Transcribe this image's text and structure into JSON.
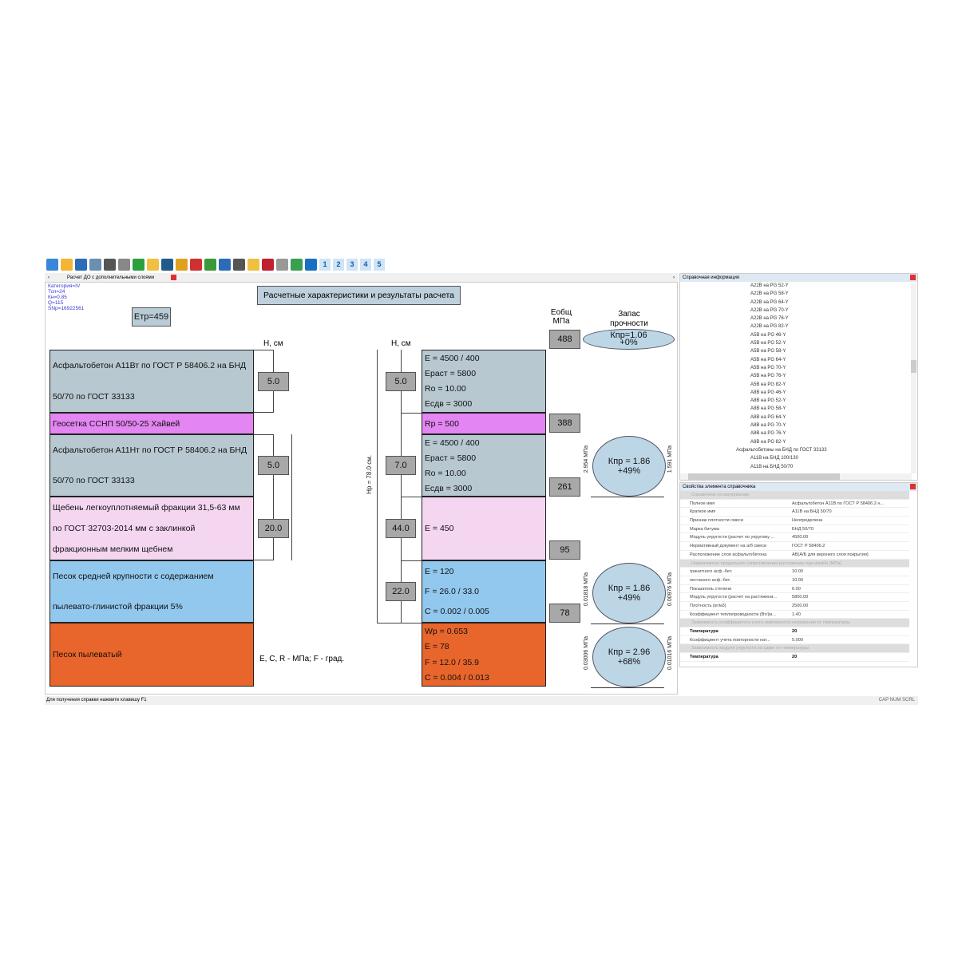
{
  "toolbar": {
    "icons": [
      "new-file",
      "open-folder",
      "save",
      "export",
      "print",
      "database",
      "refresh",
      "weather",
      "tools",
      "truck",
      "wheel",
      "layers",
      "calculator",
      "monitor",
      "panel-yellow",
      "panel-flag",
      "lines",
      "check",
      "help"
    ],
    "pages": [
      "1",
      "2",
      "3",
      "4",
      "5"
    ]
  },
  "tab": {
    "label": "Расчет ДО с дополнительными слоями"
  },
  "params": [
    "Категория=IV",
    "Тсп=24",
    "Кн=0.85",
    "Q=115",
    "SNp=16922561"
  ],
  "etr": "Етр=459",
  "title": "Расчетные характеристики и результаты расчета",
  "h_label": "Н, см",
  "left_layers": [
    {
      "name": "Асфальтобетон А11Вт по ГОСТ Р 58406.2 на БНД",
      "name2": "50/70 по ГОСТ 33133",
      "h": "5.0",
      "color": "#b7c8d0"
    },
    {
      "name": "Геосетка ССНП 50/50-25 Хайвей",
      "color": "#e385f2"
    },
    {
      "name": "Асфальтобетон А11Нт по ГОСТ Р 58406.2 на БНД",
      "name2": "50/70 по ГОСТ 33133",
      "h": "5.0",
      "color": "#b7c8d0"
    },
    {
      "name": "Щебень легкоуплотняемый фракции 31,5-63 мм",
      "name2": "по ГОСТ 32703-2014 мм с заклинкой",
      "name3": "фракционным мелким щебнем",
      "h": "20.0",
      "color": "#f4d6f1"
    },
    {
      "name": "Песок средней крупности с содержанием",
      "name2": "пылевато-глинистой фракции 5%",
      "color": "#92c8ee"
    },
    {
      "name": "Песок пылеватый",
      "color": "#e8652b"
    }
  ],
  "units_note": "Е, С, R - МПа; F - град.",
  "hp": "Нр = 78.0 см.",
  "mid_layers": [
    {
      "h": "5.0",
      "lines": [
        "E = 4500 / 400",
        "Ераст = 5800",
        "Ro = 10.00",
        "Есдв = 3000"
      ]
    },
    {
      "lines": [
        "Rp = 500"
      ]
    },
    {
      "h": "7.0",
      "lines": [
        "E = 4500 / 400",
        "Ераст = 5800",
        "Ro = 10.00",
        "Есдв = 3000"
      ]
    },
    {
      "h": "44.0",
      "lines": [
        "E = 450"
      ]
    },
    {
      "h": "22.0",
      "lines": [
        "E = 120",
        "F = 26.0 / 33.0",
        "C = 0.002 / 0.005"
      ]
    },
    {
      "lines": [
        "Wp = 0.653",
        "E = 78",
        "F = 12.0 / 35.9",
        "C = 0.004 / 0.013"
      ]
    }
  ],
  "eobsh_header": "Еобщ МПа",
  "eobsh": [
    "488",
    "388",
    "261",
    "95",
    "78"
  ],
  "zapas_header": "Запас прочности",
  "k1": [
    "Кпр=1.06",
    "+0%"
  ],
  "k2": [
    "Кпр = 1.86",
    "+49%"
  ],
  "k2_left": "2.954 МПа",
  "k2_right": "1.591 МПа",
  "k3": [
    "Кпр = 1.86",
    "+49%"
  ],
  "k3_left": "0.01818 МПа",
  "k3_right": "0.00976 МПа",
  "k4": [
    "Кпр = 2.96",
    "+68%"
  ],
  "k4_left": "0.03006 МПа",
  "k4_right": "0.01016 МПа",
  "ref_panel": {
    "title": "Справочная информация",
    "items": [
      "А22В на PG 52-Y",
      "А22В на PG 58-Y",
      "А22В на PG 64-Y",
      "А22В на PG 70-Y",
      "А22В на PG 76-Y",
      "А22В на PG 82-Y",
      "А5В на PG 46-Y",
      "А5В на PG 52-Y",
      "А5В на PG 58-Y",
      "А5В на PG 64-Y",
      "А5В на PG 70-Y",
      "А5В на PG 76-Y",
      "А5В на PG 82-Y",
      "А8В на PG 46-Y",
      "А8В на PG 52-Y",
      "А8В на PG 58-Y",
      "А8В на PG 64-Y",
      "А8В на PG 70-Y",
      "А8В на PG 76-Y",
      "А8В на PG 82-Y"
    ],
    "group": "Асфальтобетоны на БНД по ГОСТ 33133",
    "sub": [
      "А11В на БНД 100/130",
      "А11В на БНД 50/70"
    ]
  },
  "props_panel": {
    "title": "Свойства элемента справочника",
    "rows": [
      {
        "g": "Справочник по материалам"
      },
      {
        "k": "Полное имя",
        "v": "Асфальтобетон А11В по ГОСТ Р 58406.2 н..."
      },
      {
        "k": "Краткое имя",
        "v": "А11В на БНД 50/70"
      },
      {
        "k": "Признак плотности смеси",
        "v": "Неопределена"
      },
      {
        "k": "Марка битума",
        "v": "БНД 50/70"
      },
      {
        "k": "Модуль упругости (расчет по упругому ...",
        "v": "4500.00"
      },
      {
        "k": "Нормативный документ на а/б смеси",
        "v": "ГОСТ Р 58406.2"
      },
      {
        "k": "Расположение слоя асфальтобетона",
        "v": "АВ(А/Б для верхнего слоя покрытия)"
      },
      {
        "g": "Нормативное предельное сопротивление растяжению при изгибе (МПа)"
      },
      {
        "k": "гранитного асф.-бет.",
        "v": "10.00"
      },
      {
        "k": "песчаного асф.-бет.",
        "v": "10.00"
      },
      {
        "k": "Показатель степени",
        "v": "6.00"
      },
      {
        "k": "Модуль упругости (расчет на растяжени...",
        "v": "5800.00"
      },
      {
        "k": "Плотность (кг/м3)",
        "v": "2500.00"
      },
      {
        "k": "Коэффициент теплопроводности (Вт/(м...",
        "v": "1.40"
      },
      {
        "g": "Зависимость коэффициента учета повторности нагружения от температуры"
      },
      {
        "k": "Температура",
        "v": "20",
        "b": true
      },
      {
        "k": "Коэффициент учета повторности нат...",
        "v": "5.000"
      },
      {
        "g": "Зависимость модуля упругости на сдвиг от температуры"
      },
      {
        "k": "Температура",
        "v": "20",
        "b": true
      }
    ]
  },
  "status": {
    "help": "Для получения справки нажмите клавишу F1",
    "keys": "CAP  NUM  SCRL"
  }
}
